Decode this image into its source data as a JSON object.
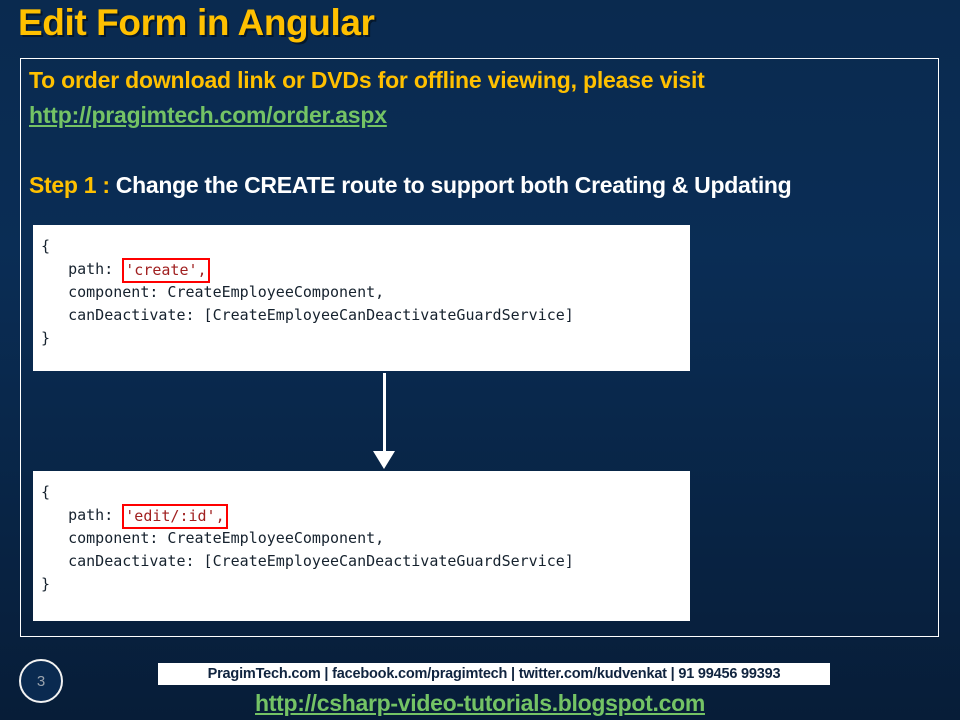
{
  "slide": {
    "title": "Edit Form in Angular",
    "page_number": "3",
    "background_color": "#0a2a50",
    "accent_gold": "#ffc000",
    "link_green": "#74c365",
    "highlight_red": "#ff0000"
  },
  "panel": {
    "intro_text": "To order download link or DVDs for offline viewing, please visit",
    "intro_link": "http://pragimtech.com/order.aspx",
    "step_label": "Step 1 : ",
    "step_text": "Change the CREATE route to support both Creating & Updating"
  },
  "code_blocks": [
    {
      "id": "create-route",
      "lines": [
        {
          "before": "{",
          "highlight": "",
          "after": ""
        },
        {
          "before": "   path: ",
          "highlight": "'create',",
          "after": ""
        },
        {
          "before": "   component: CreateEmployeeComponent,",
          "highlight": "",
          "after": ""
        },
        {
          "before": "   canDeactivate: [CreateEmployeeCanDeactivateGuardService]",
          "highlight": "",
          "after": ""
        },
        {
          "before": "}",
          "highlight": "",
          "after": ""
        }
      ]
    },
    {
      "id": "edit-route",
      "lines": [
        {
          "before": "{",
          "highlight": "",
          "after": ""
        },
        {
          "before": "   path: ",
          "highlight": "'edit/:id',",
          "after": ""
        },
        {
          "before": "   component: CreateEmployeeComponent,",
          "highlight": "",
          "after": ""
        },
        {
          "before": "   canDeactivate: [CreateEmployeeCanDeactivateGuardService]",
          "highlight": "",
          "after": ""
        },
        {
          "before": "}",
          "highlight": "",
          "after": ""
        }
      ]
    }
  ],
  "footer": {
    "credits": "PragimTech.com | facebook.com/pragimtech | twitter.com/kudvenkat | 91 99456 99393",
    "blog_link": "http://csharp-video-tutorials.blogspot.com"
  }
}
